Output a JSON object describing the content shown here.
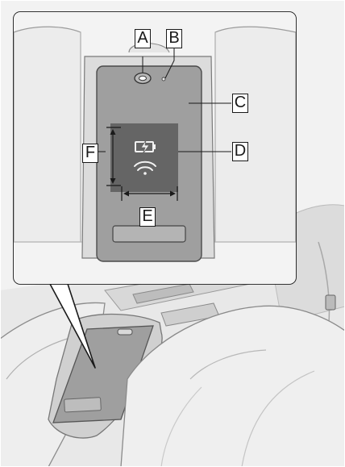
{
  "figure": {
    "callouts": {
      "a": "A",
      "b": "B",
      "c": "C",
      "d": "D",
      "e": "E",
      "f": "F"
    },
    "icons": [
      "battery-charging-icon",
      "wireless-signal-icon"
    ],
    "colors": {
      "frame": "#1a1a1a",
      "charging_area": "#656565",
      "tray_cover": "#9f9f9f",
      "seat_light": "#efefef",
      "seat_dark": "#cfcfcf"
    }
  }
}
